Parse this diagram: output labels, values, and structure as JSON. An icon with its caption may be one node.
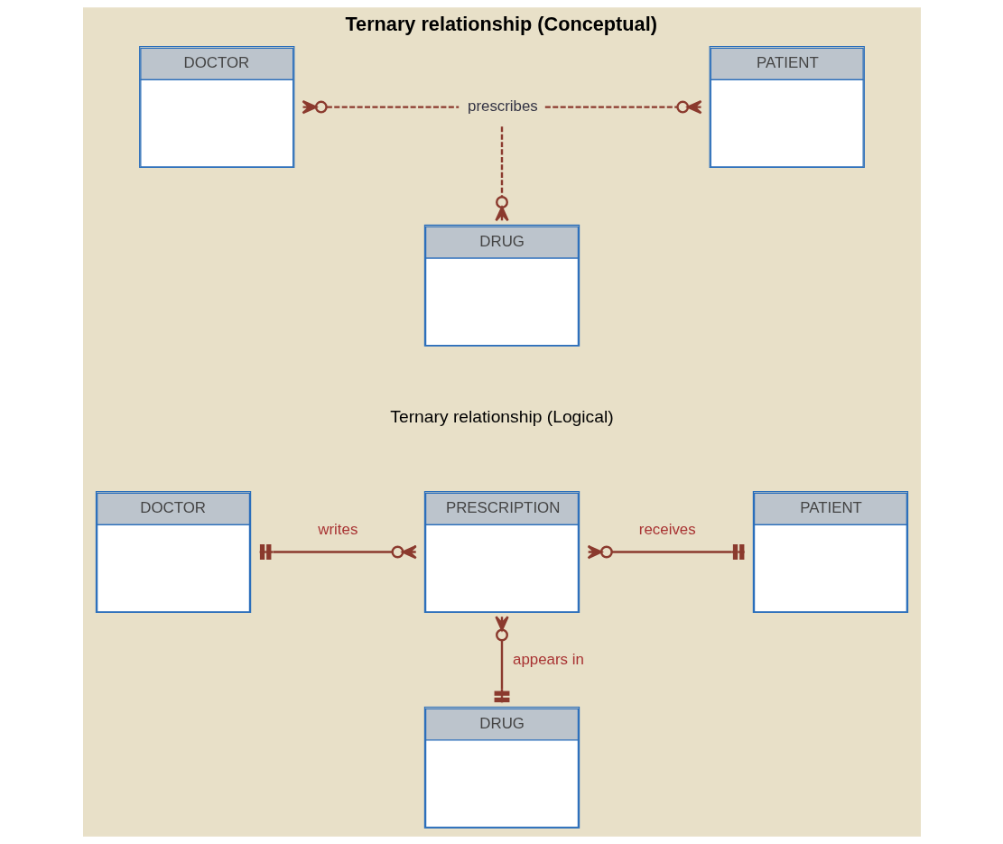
{
  "diagram": {
    "title": "Ternary relationship (Conceptual)",
    "nodes": [
      {
        "text": [
          "DOCTOR"
        ]
      },
      {
        "text": [
          "PATIENT"
        ]
      },
      {
        "text": [
          "DRUG"
        ]
      },
      {
        "text": [
          "prescribes"
        ]
      },
      {
        "text": [
          "DOCTOR"
        ]
      },
      {
        "text": [
          "PRESCRIPTION"
        ]
      },
      {
        "text": [
          "PATIENT"
        ]
      },
      {
        "text": [
          "DRUG"
        ]
      }
    ],
    "edges": [
      {
        "from": 0,
        "to": 3,
        "arrow": "other",
        "style": "dashed"
      },
      {
        "from": 3,
        "to": 1,
        "arrow": "other",
        "style": "dashed"
      },
      {
        "from": 3,
        "to": 2,
        "arrow": "other",
        "style": "dashed"
      },
      {
        "from": 4,
        "to": 5,
        "arrow": "other",
        "label": "writes"
      },
      {
        "from": 5,
        "to": 6,
        "arrow": "other",
        "label": "receives"
      },
      {
        "from": 5,
        "to": 7,
        "arrow": "other",
        "label": "appears in"
      }
    ],
    "labels": [
      "Ternary relationship (Logical)"
    ]
  }
}
